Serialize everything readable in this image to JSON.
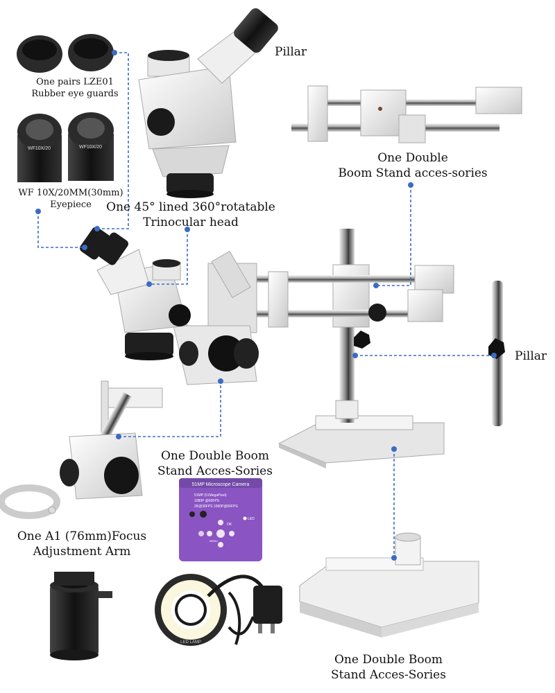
{
  "labels": {
    "eye_guards": [
      "One pairs LZE01",
      "Rubber eye guards"
    ],
    "eyepiece": [
      "WF 10X/20MM(30mm)",
      "Eyepiece"
    ],
    "eyepiece_marking": "WF10X/20",
    "head_pillar": "Pillar",
    "head": [
      "One 45° lined 360°rotatable",
      "Trinocular head"
    ],
    "boom_accessories": [
      "One Double",
      "Boom Stand acces-sories"
    ],
    "pillar_right": "Pillar",
    "boom_middle": [
      "One Double Boom",
      "Stand Acces-Sories"
    ],
    "focus_arm": [
      "One A1 (76mm)Focus",
      "Adjustment Arm"
    ],
    "boom_bottom": [
      "One Double Boom",
      "Stand Acces-Sories"
    ]
  },
  "camera": {
    "title": "51MP Microscope Camera",
    "spec_lines": [
      "51MP (51MegaPixel)",
      "1080P @60FPS",
      "2K@30FPS 1080P@60FPS"
    ],
    "led_label": "LED",
    "ok_label": "OK",
    "menu_label": "MENU"
  },
  "ring_light": {
    "label": "LED LAMP"
  },
  "colors": {
    "leader_line": "#3b6cc4",
    "camera_body": "#8a54c2",
    "metal_white": "#f2f2f2",
    "metal_shadow": "#bcbcbc",
    "black_part": "#1c1c1c"
  }
}
